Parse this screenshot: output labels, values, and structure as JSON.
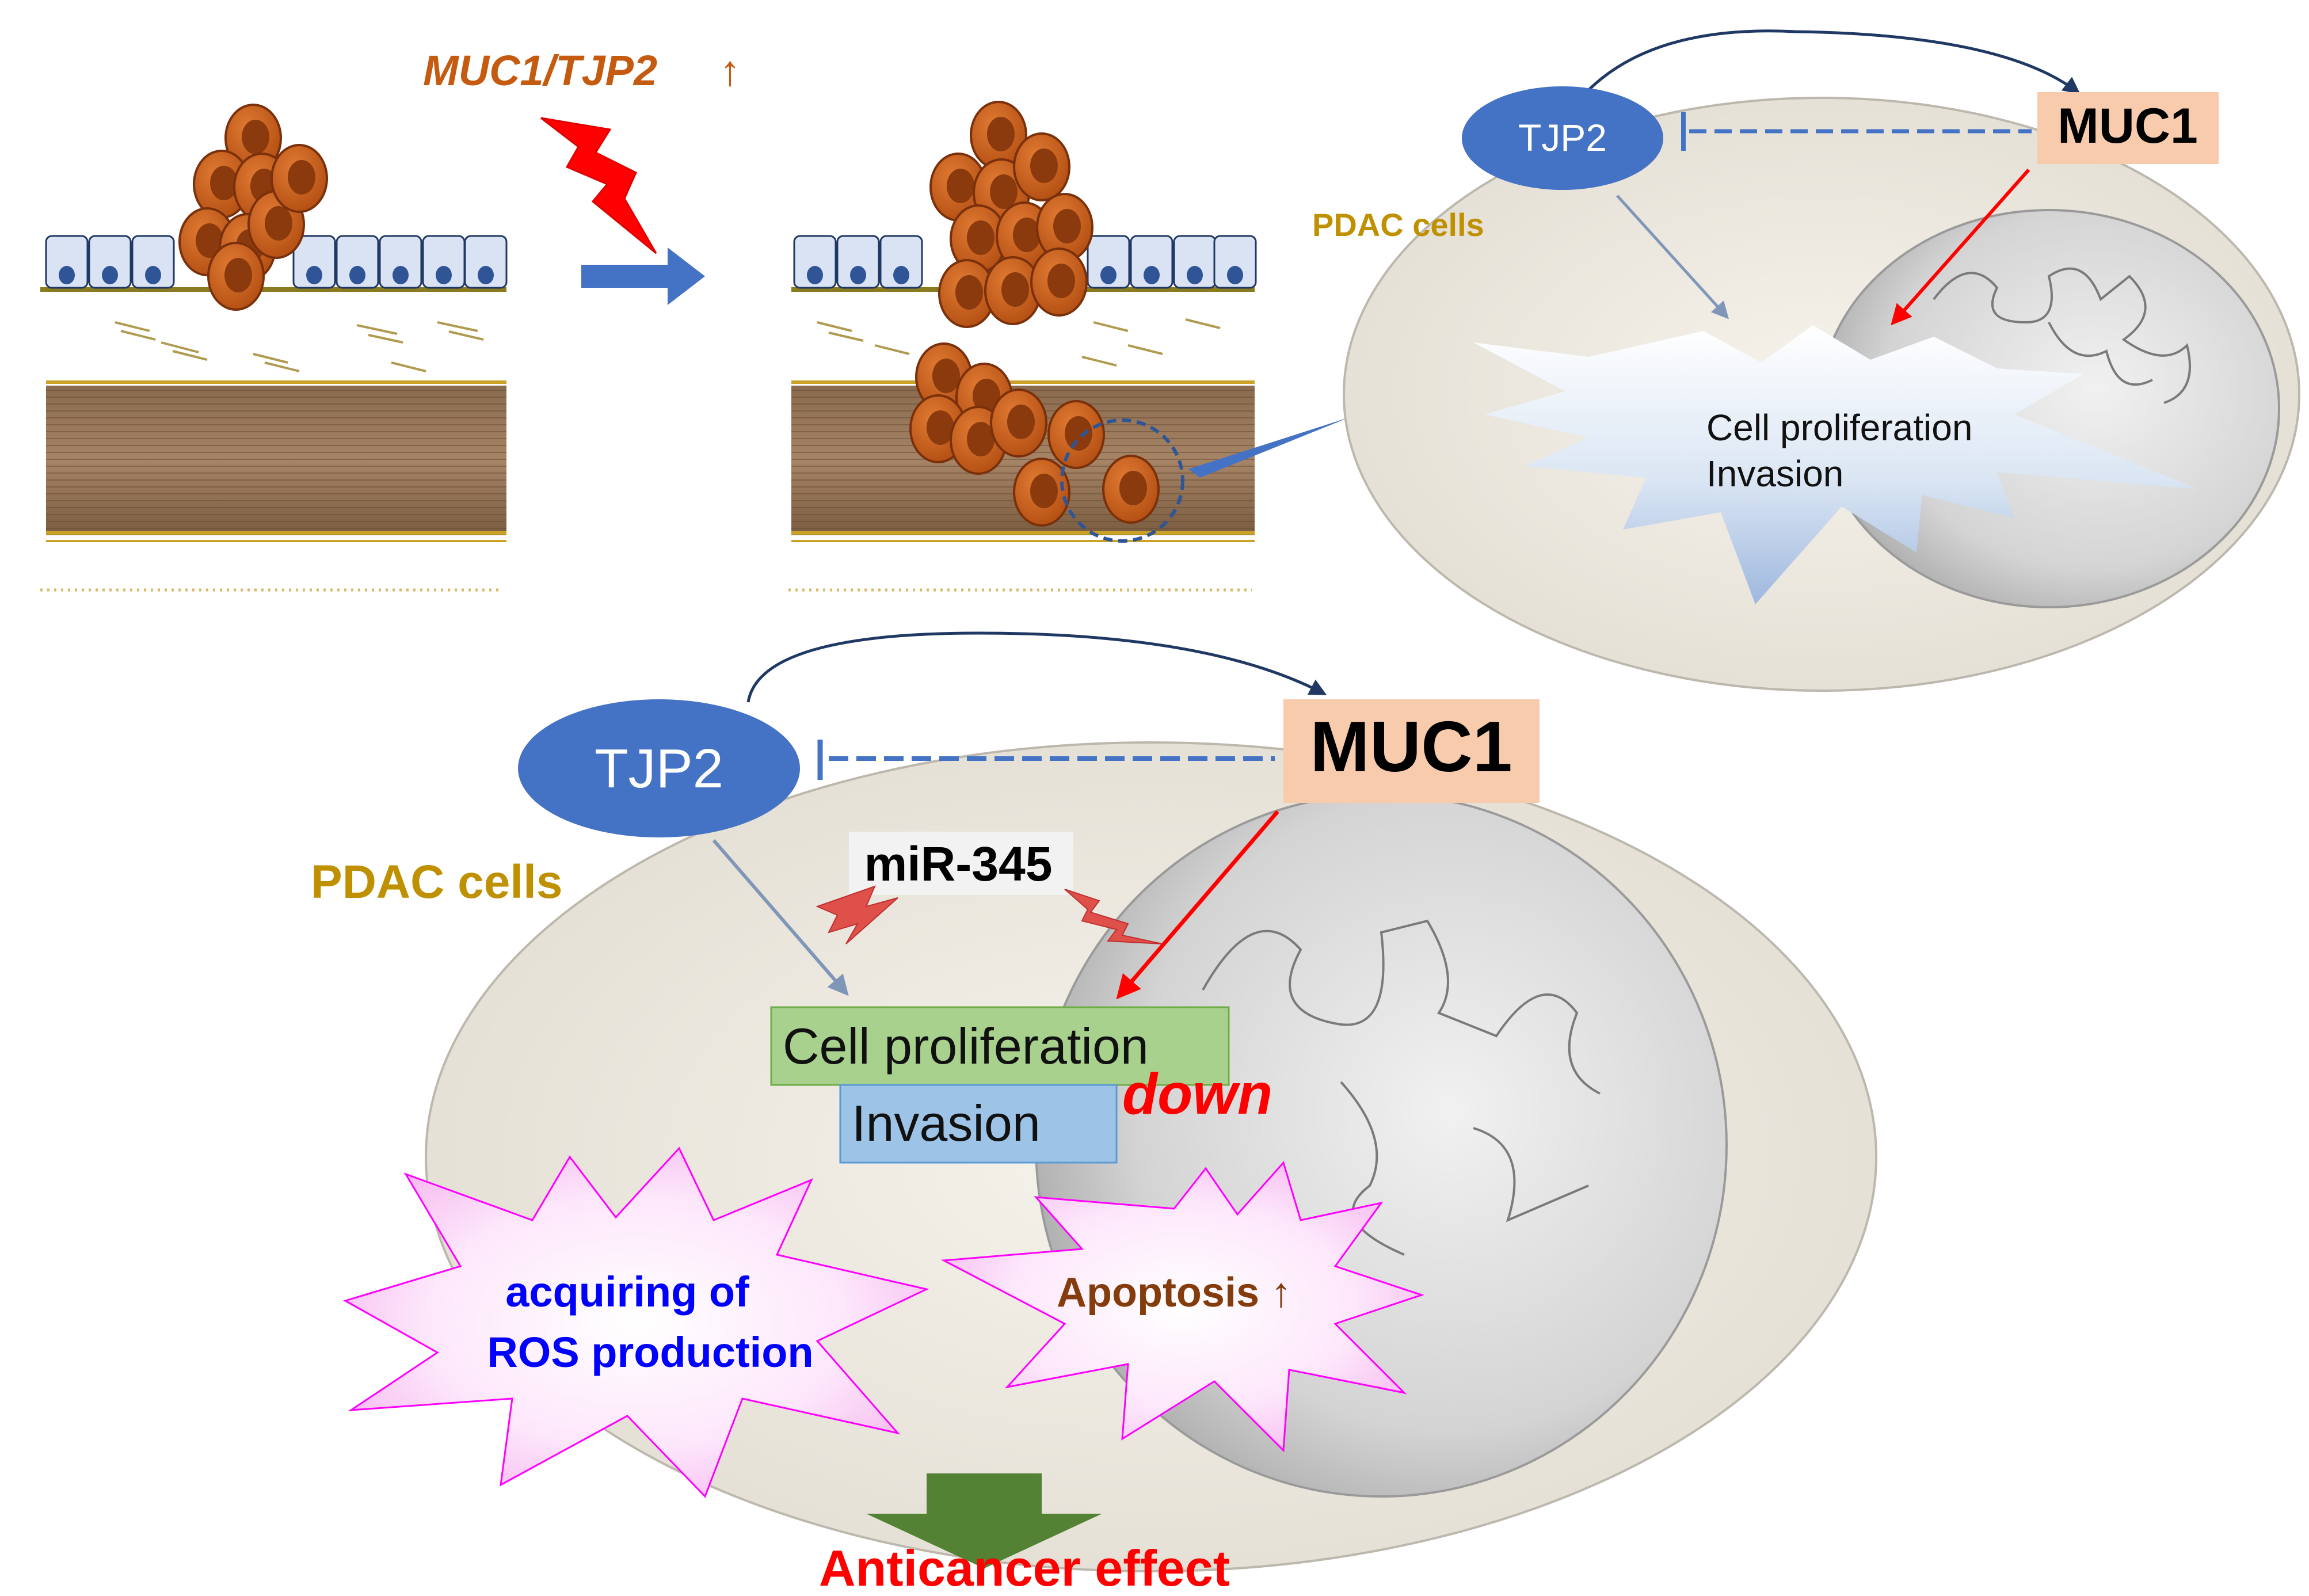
{
  "top_label": {
    "text": "MUC1/TJP2",
    "arrow": "↑"
  },
  "cell_top": {
    "tjp2": "TJP2",
    "muc1": "MUC1",
    "pdac": "PDAC cells",
    "burst_line1": "Cell proliferation",
    "burst_line2": "Invasion"
  },
  "cell_bottom": {
    "tjp2": "TJP2",
    "muc1": "MUC1",
    "pdac": "PDAC cells",
    "mir": "miR-345",
    "proliferation": "Cell proliferation",
    "invasion": "Invasion",
    "down": "down",
    "ros_line1": "acquiring of",
    "ros_line2": "ROS production",
    "apoptosis": "Apoptosis ↑"
  },
  "outcome": "Anticancer effect",
  "colors": {
    "tumor": "#c0561a",
    "tumor_dark": "#8a3a0c",
    "tjp2_blue": "#4472c4",
    "muc1_box": "#f8cbad",
    "inhibit_dash": "#4472c4",
    "red_arrow": "#ff0000",
    "pdac_gold": "#bf9000",
    "label_orange": "#c55a11",
    "prolif_green": "#a9d18e",
    "invasion_blue": "#9dc3e6",
    "ros_blue": "#0000ff",
    "apoptosis_brown": "#843c0c",
    "outcome_arrow": "#548235",
    "outcome_red": "#ff0000",
    "burst_pink": "#ff00ff"
  }
}
